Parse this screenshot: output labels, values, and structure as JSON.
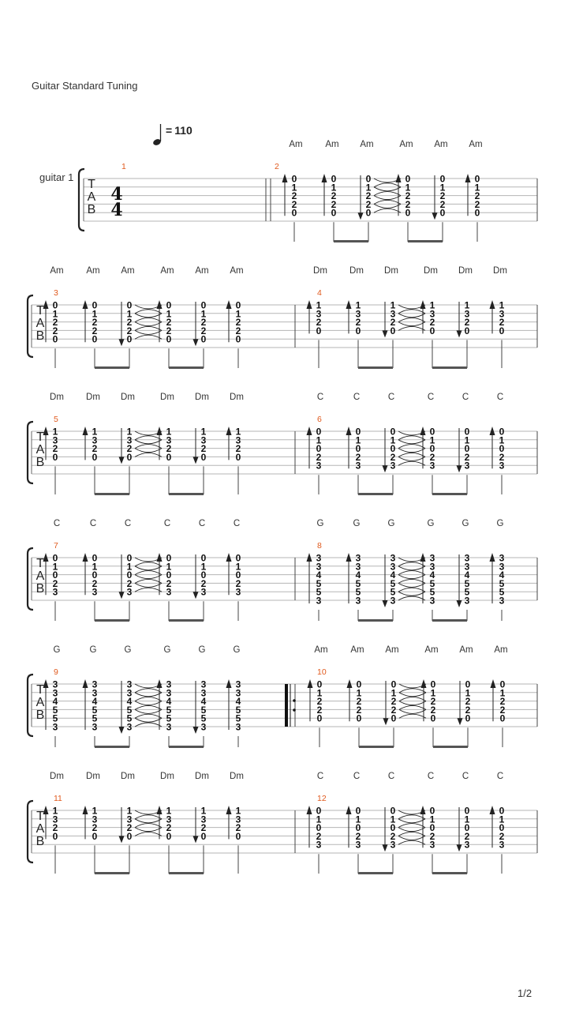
{
  "header": {
    "tuning": "Guitar Standard Tuning",
    "tempo_value": "110",
    "track_name": "guitar 1",
    "time_signature": {
      "numerator": "4",
      "denominator": "4"
    },
    "tab_label": [
      "T",
      "A",
      "B"
    ]
  },
  "footer": {
    "page": "1/2"
  },
  "chords": {
    "Am": [
      0,
      1,
      2,
      2,
      0
    ],
    "Dm": [
      1,
      3,
      2,
      0
    ],
    "C": [
      0,
      1,
      0,
      2,
      3
    ],
    "G": [
      3,
      3,
      4,
      5,
      5,
      3
    ]
  },
  "systems": [
    {
      "bars": [
        {
          "number": "1",
          "chord": ""
        },
        {
          "number": "2",
          "chord": "Am"
        }
      ]
    },
    {
      "bars": [
        {
          "number": "3",
          "chord": "Am"
        },
        {
          "number": "4",
          "chord": "Dm"
        }
      ]
    },
    {
      "bars": [
        {
          "number": "5",
          "chord": "Dm"
        },
        {
          "number": "6",
          "chord": "C"
        }
      ]
    },
    {
      "bars": [
        {
          "number": "7",
          "chord": "C"
        },
        {
          "number": "8",
          "chord": "G"
        }
      ]
    },
    {
      "bars": [
        {
          "number": "9",
          "chord": "G"
        },
        {
          "number": "10",
          "chord": "Am",
          "repeat_start": true
        }
      ]
    },
    {
      "bars": [
        {
          "number": "11",
          "chord": "Dm"
        },
        {
          "number": "12",
          "chord": "C"
        }
      ]
    }
  ]
}
